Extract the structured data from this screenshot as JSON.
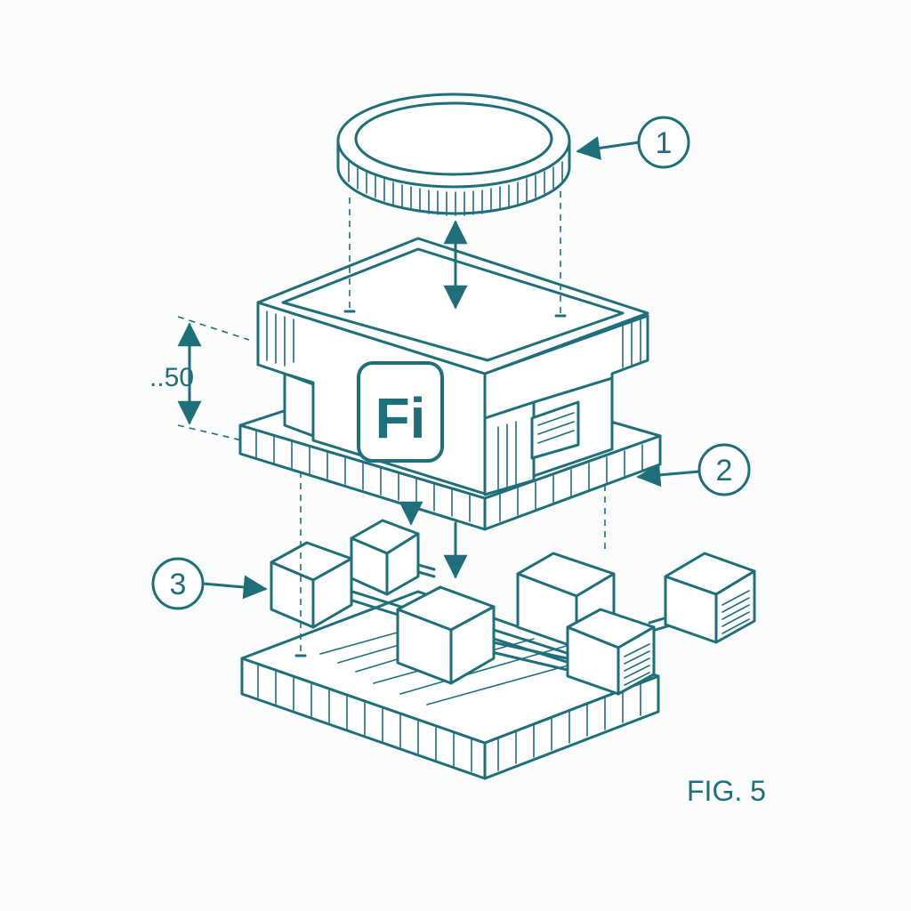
{
  "figure": {
    "caption": "FIG. 5",
    "dimension_label": "..50",
    "logo_text": "Fi",
    "callouts": [
      {
        "number": "1"
      },
      {
        "number": "2"
      },
      {
        "number": "3"
      }
    ]
  },
  "colors": {
    "ink": "#1f6f7a",
    "background": "#fbfcfc"
  }
}
